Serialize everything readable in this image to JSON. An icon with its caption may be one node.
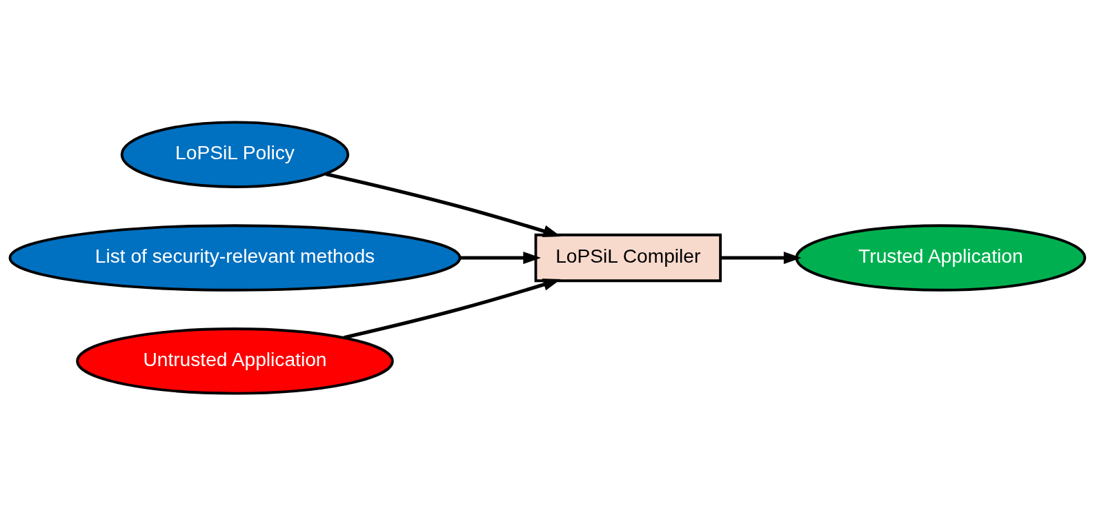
{
  "diagram": {
    "nodes": [
      {
        "text": [
          "LoPSiL Policy"
        ]
      },
      {
        "text": [
          "List of security-relevant methods"
        ]
      },
      {
        "text": [
          "LoPSiL Compiler"
        ]
      },
      {
        "text": [
          "Trusted Application"
        ]
      },
      {
        "text": [
          "Untrusted Application"
        ]
      }
    ],
    "edges": [
      {
        "from": 0,
        "to": 2,
        "arrow": "to"
      },
      {
        "from": 1,
        "to": 2,
        "arrow": "to"
      },
      {
        "from": 2,
        "to": 3,
        "arrow": "to"
      },
      {
        "from": 4,
        "to": 2,
        "arrow": "to"
      }
    ]
  }
}
